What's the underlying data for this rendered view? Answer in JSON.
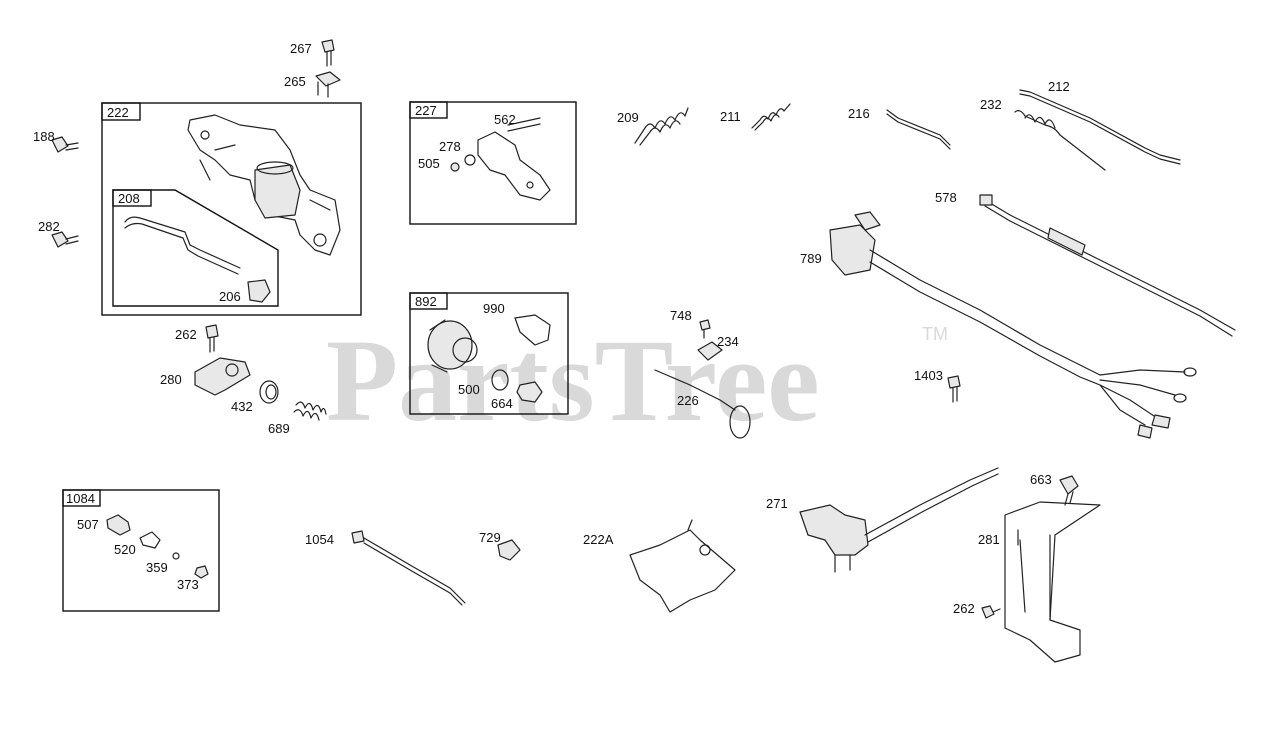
{
  "watermark": {
    "text": "PartsTree",
    "trademark": "TM"
  },
  "groups": [
    {
      "id": "222",
      "label": "222"
    },
    {
      "id": "208",
      "label": "208"
    },
    {
      "id": "227",
      "label": "227"
    },
    {
      "id": "892",
      "label": "892"
    },
    {
      "id": "1084",
      "label": "1084"
    }
  ],
  "callouts": [
    "267",
    "265",
    "188",
    "282",
    "206",
    "562",
    "278",
    "505",
    "209",
    "211",
    "216",
    "232",
    "212",
    "578",
    "789",
    "262",
    "280",
    "432",
    "689",
    "990",
    "500",
    "664",
    "748",
    "234",
    "226",
    "1403",
    "507",
    "520",
    "359",
    "373",
    "1054",
    "729",
    "222A",
    "271",
    "663",
    "281",
    "262"
  ]
}
